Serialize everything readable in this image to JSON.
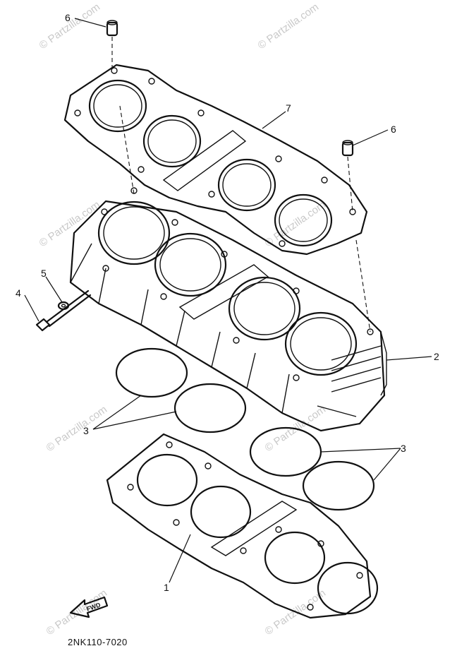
{
  "watermark": {
    "text": "© Partzilla.com",
    "color": "#c9c9c9"
  },
  "diagram_code": "2NK110-7020",
  "fwd_label": "FWD",
  "callouts": {
    "gasket_lower": "1",
    "cylinder": "2",
    "o_rings_left": "3",
    "o_rings_right": "3",
    "bolt": "4",
    "washer": "5",
    "dowel_left": "6",
    "dowel_right": "6",
    "gasket_upper": "7"
  }
}
